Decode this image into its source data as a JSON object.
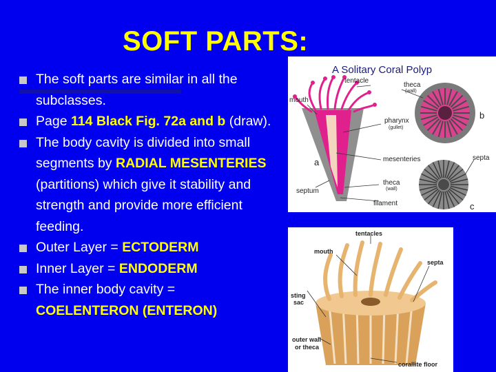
{
  "slide": {
    "title": "SOFT PARTS:",
    "bullets": [
      {
        "parts": [
          {
            "t": "The soft parts are similar in all the subclasses.",
            "hl": false
          }
        ]
      },
      {
        "parts": [
          {
            "t": "Page ",
            "hl": false
          },
          {
            "t": "114 Black Fig. 72a and b",
            "hl": true
          },
          {
            "t": " (draw).",
            "hl": false
          }
        ]
      },
      {
        "parts": [
          {
            "t": "The body cavity is divided into small segments by ",
            "hl": false
          },
          {
            "t": "RADIAL MESENTERIES",
            "hl": true
          },
          {
            "t": " (partitions) which give it stability and strength and provide more efficient feeding.",
            "hl": false
          }
        ]
      },
      {
        "parts": [
          {
            "t": "Outer Layer = ",
            "hl": false
          },
          {
            "t": "ECTODERM",
            "hl": true
          }
        ]
      },
      {
        "parts": [
          {
            "t": "Inner Layer  = ",
            "hl": false
          },
          {
            "t": "ENDODERM",
            "hl": true
          }
        ]
      },
      {
        "parts": [
          {
            "t": "The inner body cavity = ",
            "hl": false
          },
          {
            "t": "COELENTERON (ENTERON)",
            "hl": true
          }
        ]
      }
    ]
  },
  "figure1": {
    "title": "A Solitary Coral Polyp",
    "labels": {
      "tentacle": "tentacle",
      "theca": "theca",
      "theca_wall": "(wall)",
      "mouth": "mouth",
      "b": "b",
      "pharynx": "pharynx",
      "gullet": "(gullet)",
      "mesenteries": "mesenteries",
      "septa": "septa",
      "a": "a",
      "septum": "septum",
      "theca2": "theca",
      "theca2_wall": "(wall)",
      "filament": "filament",
      "c": "c"
    }
  },
  "figure2": {
    "labels": {
      "tentacles": "tentacles",
      "mouth": "mouth",
      "septa": "septa",
      "sting": "sting",
      "sac": "sac",
      "outer_wall": "outer wall",
      "or_theca": "or theca",
      "corallite_floor": "corallite floor"
    }
  },
  "colors": {
    "background": "#0000ee",
    "title": "#ffff00",
    "text": "#ffffff",
    "highlight": "#ffff00",
    "bullet": "#c8c8c8",
    "polyp": "#e0208c",
    "coral_tan": "#d9a15a"
  }
}
